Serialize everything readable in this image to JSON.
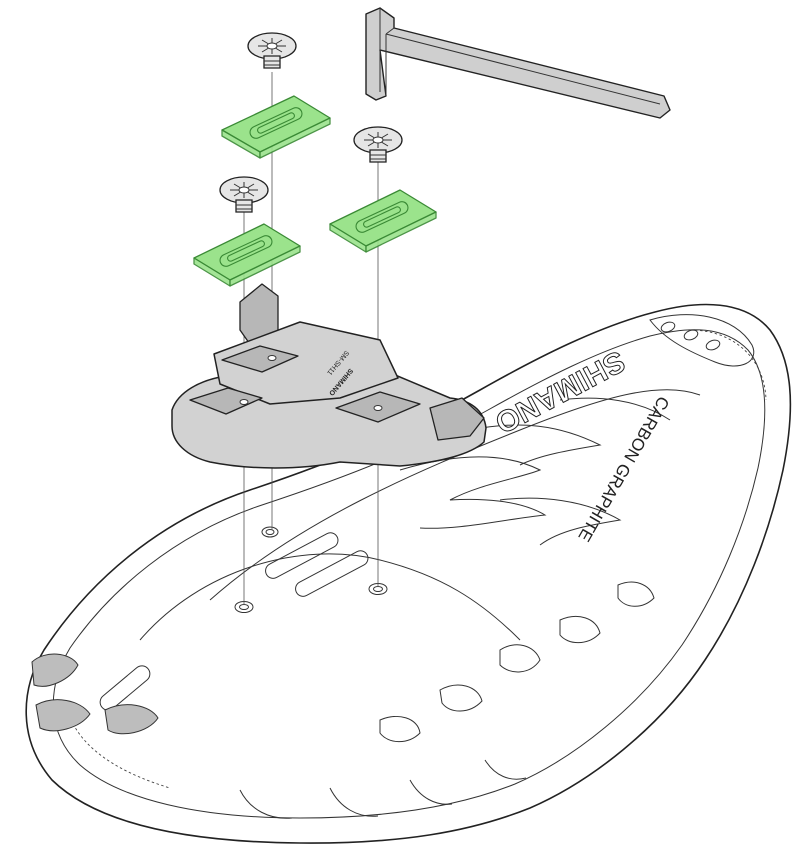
{
  "shoe": {
    "brand": "SHIMANO",
    "material": "CARBON GRAPHITE"
  },
  "cleat": {
    "brand": "SHIMANO",
    "model": "SM-SH11"
  },
  "colors": {
    "spacer": "#9be38c",
    "spacer_edge": "#3a8a35",
    "cleat": "#d2d2d2",
    "outline": "#222222"
  },
  "parts": {
    "bolt_count": 3,
    "spacer_count": 3,
    "tool": "hex-key"
  }
}
